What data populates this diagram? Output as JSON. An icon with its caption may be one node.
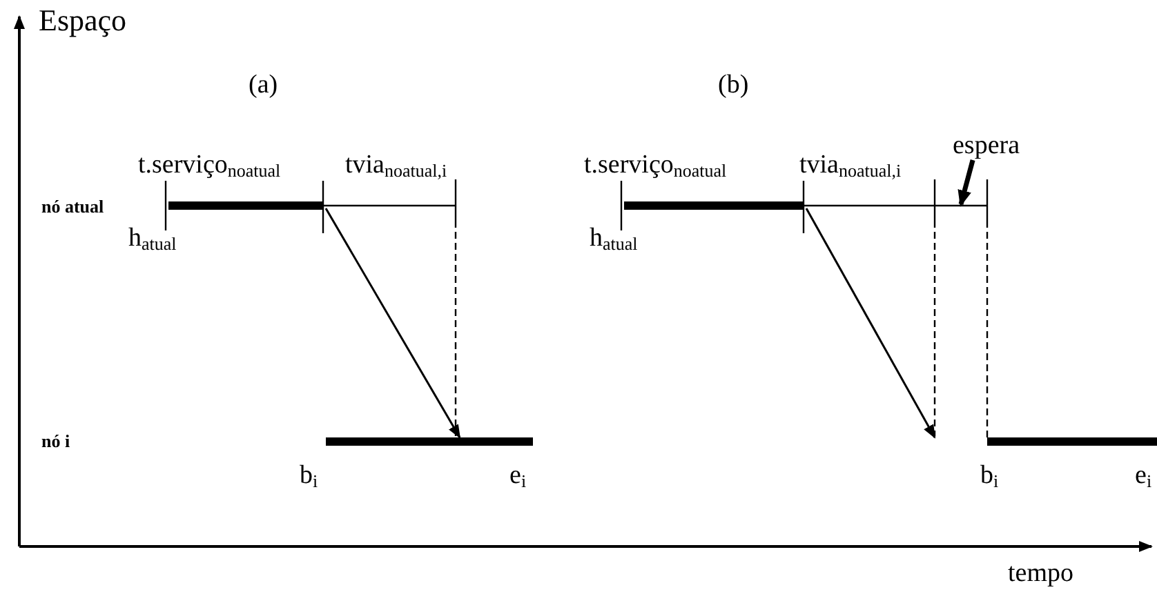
{
  "diagram": {
    "nodes": [
      {
        "text": [
          "espera"
        ]
      },
      {
        "text": [],
        "shape": "bar"
      }
    ],
    "edges": [
      {
        "from": 0,
        "to": 1,
        "arrow": "to"
      }
    ],
    "labels": [
      "Espaço",
      "(a)",
      "(b)",
      "t.serviço$_{noatual}$",
      "tvia$_{noatual,i}$",
      "t.serviço$_{noatual}$",
      "tvia$_{noatual,i}$",
      "nó atual",
      "h$_{atual}$",
      "h$_{atual}$",
      "nó i",
      "b$_{i}$",
      "e$_{i}$",
      "b$_{i}$",
      "e$_{i}$",
      "tempo"
    ]
  }
}
